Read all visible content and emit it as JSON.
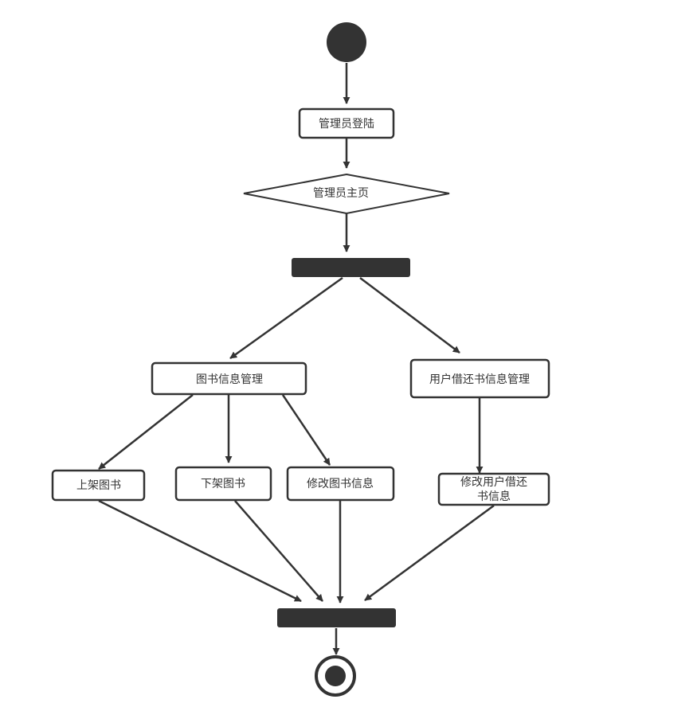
{
  "diagram": {
    "type": "activity-diagram",
    "colors": {
      "stroke": "#333333",
      "fill_dark": "#333333",
      "node_fill": "#ffffff",
      "text": "#333333"
    },
    "nodes": {
      "start": {
        "kind": "initial"
      },
      "admin_login": {
        "kind": "action",
        "label": "管理员登陆"
      },
      "admin_home": {
        "kind": "decision",
        "label": "管理员主页"
      },
      "fork": {
        "kind": "fork"
      },
      "book_info_mgmt": {
        "kind": "action",
        "label": "图书信息管理"
      },
      "user_borrow_mgmt": {
        "kind": "action",
        "label": "用户借还书信息管理"
      },
      "shelve_book": {
        "kind": "action",
        "label": "上架图书"
      },
      "unshelve_book": {
        "kind": "action",
        "label": "下架图书"
      },
      "edit_book_info": {
        "kind": "action",
        "label": "修改图书信息"
      },
      "edit_user_borrow": {
        "kind": "action",
        "label_line1": "修改用户借还",
        "label_line2": "书信息"
      },
      "join": {
        "kind": "join"
      },
      "end": {
        "kind": "final"
      }
    },
    "edges": [
      {
        "from": "start",
        "to": "admin_login"
      },
      {
        "from": "admin_login",
        "to": "admin_home"
      },
      {
        "from": "admin_home",
        "to": "fork"
      },
      {
        "from": "fork",
        "to": "book_info_mgmt"
      },
      {
        "from": "fork",
        "to": "user_borrow_mgmt"
      },
      {
        "from": "book_info_mgmt",
        "to": "shelve_book"
      },
      {
        "from": "book_info_mgmt",
        "to": "unshelve_book"
      },
      {
        "from": "book_info_mgmt",
        "to": "edit_book_info"
      },
      {
        "from": "user_borrow_mgmt",
        "to": "edit_user_borrow"
      },
      {
        "from": "shelve_book",
        "to": "join"
      },
      {
        "from": "unshelve_book",
        "to": "join"
      },
      {
        "from": "edit_book_info",
        "to": "join"
      },
      {
        "from": "edit_user_borrow",
        "to": "join"
      },
      {
        "from": "join",
        "to": "end"
      }
    ]
  }
}
